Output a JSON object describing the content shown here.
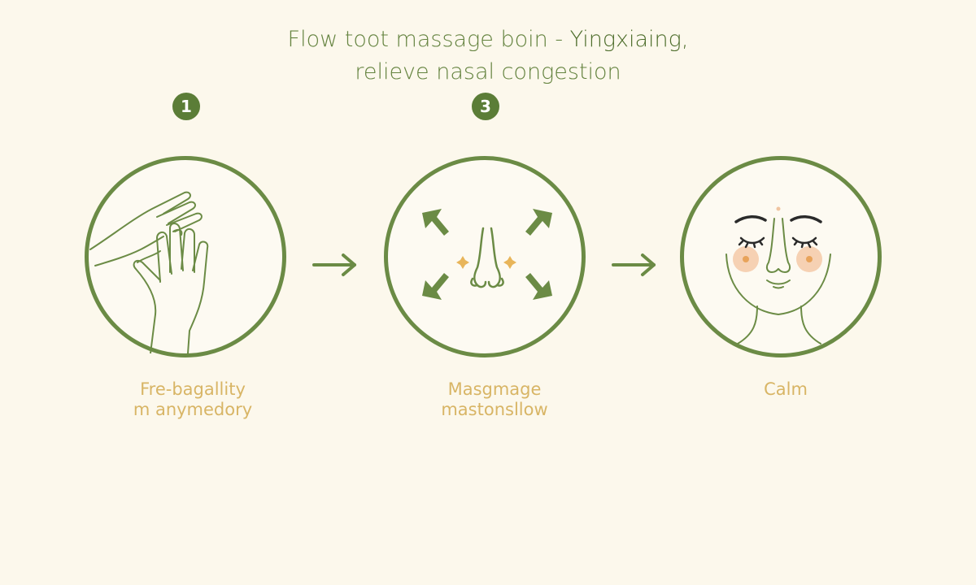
{
  "title": {
    "line1_prefix": "Flow toot massage boin - ",
    "line1_highlight": "Yingxiaing,",
    "line2": "relieve nasal congestion"
  },
  "steps": [
    {
      "badge": "1",
      "caption_line1": "Fre-bagallity",
      "caption_line2": "m anymedory"
    },
    {
      "badge": "3",
      "caption_line1": "Masgmage",
      "caption_line2": "mastonsllow"
    },
    {
      "badge": "",
      "caption_line1": "Calm",
      "caption_line2": ""
    }
  ],
  "icons": [
    "hands-icon",
    "nose-massage-icon",
    "calm-face-icon",
    "arrow-right-icon"
  ],
  "colors": {
    "accent": "#6b8b45",
    "title": "#64833f",
    "caption": "#d8b565",
    "background": "#fcf8ec",
    "cheek": "#f5c9a8"
  }
}
